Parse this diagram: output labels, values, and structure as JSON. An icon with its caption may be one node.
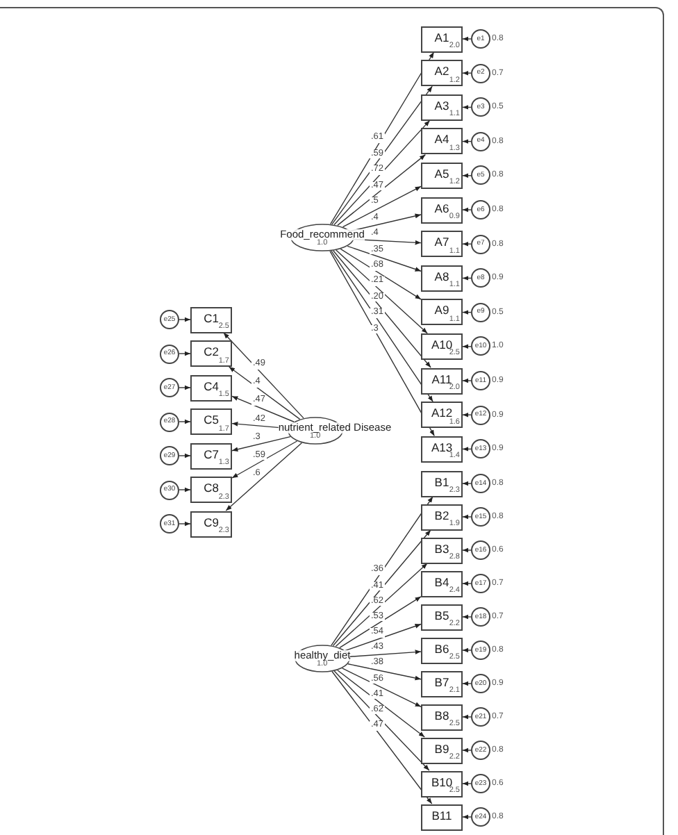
{
  "diagram": {
    "nodes": [
      {
        "text": [
          "Food_recommend",
          "1.0"
        ]
      },
      {
        "text": [
          "A1",
          "2.0"
        ]
      },
      {
        "text": [
          "A2",
          "1.2"
        ]
      },
      {
        "text": [
          "A3",
          "1.1"
        ]
      },
      {
        "text": [
          "A4",
          "1.3"
        ]
      },
      {
        "text": [
          "A5",
          "1.2"
        ]
      },
      {
        "text": [
          "A6",
          "0.9"
        ]
      },
      {
        "text": [
          "A7",
          "1.1"
        ]
      },
      {
        "text": [
          "A8",
          "1.1"
        ]
      },
      {
        "text": [
          "A9",
          "1.1"
        ]
      },
      {
        "text": [
          "A10",
          "2.5"
        ]
      },
      {
        "text": [
          "A11",
          "2.0"
        ]
      },
      {
        "text": [
          "A12",
          "1.6"
        ]
      },
      {
        "text": [
          "A13",
          "1.4"
        ]
      },
      {
        "text": [
          "e1"
        ],
        "beside": [
          "0.8"
        ]
      },
      {
        "text": [
          "e2"
        ],
        "beside": [
          "0.7"
        ]
      },
      {
        "text": [
          "e3"
        ],
        "beside": [
          "0.5"
        ]
      },
      {
        "text": [
          "e4"
        ],
        "beside": [
          "0.8"
        ]
      },
      {
        "text": [
          "e5"
        ],
        "beside": [
          "0.8"
        ]
      },
      {
        "text": [
          "e6"
        ],
        "beside": [
          "0.8"
        ]
      },
      {
        "text": [
          "e7"
        ],
        "beside": [
          "0.8"
        ]
      },
      {
        "text": [
          "e8"
        ],
        "beside": [
          "0.9"
        ]
      },
      {
        "text": [
          "e9"
        ],
        "beside": [
          "0.5"
        ]
      },
      {
        "text": [
          "e10"
        ],
        "beside": [
          "1.0"
        ]
      },
      {
        "text": [
          "e11"
        ],
        "beside": [
          "0.9"
        ]
      },
      {
        "text": [
          "e12"
        ],
        "beside": [
          "0.9"
        ]
      },
      {
        "text": [
          "e13"
        ],
        "beside": [
          "0.9"
        ]
      },
      {
        "text": [
          "nutrient_related Disease",
          "1.0"
        ]
      },
      {
        "text": [
          "C1",
          "2.5"
        ]
      },
      {
        "text": [
          "C2",
          "1.7"
        ]
      },
      {
        "text": [
          "C4",
          "1.5"
        ]
      },
      {
        "text": [
          "C5",
          "1.7"
        ]
      },
      {
        "text": [
          "C7",
          "1.3"
        ]
      },
      {
        "text": [
          "C8",
          "2.3"
        ]
      },
      {
        "text": [
          "C9",
          "2.3"
        ]
      },
      {
        "text": [
          "e25"
        ]
      },
      {
        "text": [
          "e26"
        ]
      },
      {
        "text": [
          "e27"
        ]
      },
      {
        "text": [
          "e28"
        ]
      },
      {
        "text": [
          "e29"
        ]
      },
      {
        "text": [
          "e30"
        ]
      },
      {
        "text": [
          "e31"
        ]
      },
      {
        "text": [
          "healthy_diet",
          "1.0"
        ]
      },
      {
        "text": [
          "B1",
          "2.3"
        ]
      },
      {
        "text": [
          "B2",
          "1.9"
        ]
      },
      {
        "text": [
          "B3",
          "2.8"
        ]
      },
      {
        "text": [
          "B4",
          "2.4"
        ]
      },
      {
        "text": [
          "B5",
          "2.2"
        ]
      },
      {
        "text": [
          "B6",
          "2.5"
        ]
      },
      {
        "text": [
          "B7",
          "2.1"
        ]
      },
      {
        "text": [
          "B8",
          "2.5"
        ]
      },
      {
        "text": [
          "B9",
          "2.2"
        ]
      },
      {
        "text": [
          "B10",
          "2.5"
        ]
      },
      {
        "text": [
          "B11"
        ]
      },
      {
        "text": [
          "e14"
        ],
        "beside": [
          "0.8"
        ]
      },
      {
        "text": [
          "e15"
        ],
        "beside": [
          "0.8"
        ]
      },
      {
        "text": [
          "e16"
        ],
        "beside": [
          "0.6"
        ]
      },
      {
        "text": [
          "e17"
        ],
        "beside": [
          "0.7"
        ]
      },
      {
        "text": [
          "e18"
        ],
        "beside": [
          "0.7"
        ]
      },
      {
        "text": [
          "e19"
        ],
        "beside": [
          "0.8"
        ]
      },
      {
        "text": [
          "e20"
        ],
        "beside": [
          "0.9"
        ]
      },
      {
        "text": [
          "e21"
        ],
        "beside": [
          "0.7"
        ]
      },
      {
        "text": [
          "e22"
        ],
        "beside": [
          "0.8"
        ]
      },
      {
        "text": [
          "e23"
        ],
        "beside": [
          "0.6"
        ]
      },
      {
        "text": [
          "e24"
        ],
        "beside": [
          "0.8"
        ]
      }
    ],
    "edges": [
      {
        "from": 0,
        "to": 1,
        "arrow": "to",
        "label": ".61"
      },
      {
        "from": 0,
        "to": 2,
        "arrow": "to",
        "label": ".59"
      },
      {
        "from": 0,
        "to": 3,
        "arrow": "to",
        "label": ".72"
      },
      {
        "from": 0,
        "to": 4,
        "arrow": "to",
        "label": ".47"
      },
      {
        "from": 0,
        "to": 5,
        "arrow": "to",
        "label": ".5"
      },
      {
        "from": 0,
        "to": 6,
        "arrow": "to",
        "label": ".4"
      },
      {
        "from": 0,
        "to": 7,
        "arrow": "to",
        "label": ".4"
      },
      {
        "from": 0,
        "to": 8,
        "arrow": "to",
        "label": ".35"
      },
      {
        "from": 0,
        "to": 9,
        "arrow": "to",
        "label": ".68"
      },
      {
        "from": 0,
        "to": 10,
        "arrow": "to",
        "label": ".21"
      },
      {
        "from": 0,
        "to": 11,
        "arrow": "to",
        "label": ".20"
      },
      {
        "from": 0,
        "to": 12,
        "arrow": "to",
        "label": ".31"
      },
      {
        "from": 0,
        "to": 13,
        "arrow": "to",
        "label": ".3"
      },
      {
        "from": 14,
        "to": 1,
        "arrow": "to"
      },
      {
        "from": 15,
        "to": 2,
        "arrow": "to"
      },
      {
        "from": 16,
        "to": 3,
        "arrow": "to"
      },
      {
        "from": 17,
        "to": 4,
        "arrow": "to"
      },
      {
        "from": 18,
        "to": 5,
        "arrow": "to"
      },
      {
        "from": 19,
        "to": 6,
        "arrow": "to"
      },
      {
        "from": 20,
        "to": 7,
        "arrow": "to"
      },
      {
        "from": 21,
        "to": 8,
        "arrow": "to"
      },
      {
        "from": 22,
        "to": 9,
        "arrow": "to"
      },
      {
        "from": 23,
        "to": 10,
        "arrow": "to"
      },
      {
        "from": 24,
        "to": 11,
        "arrow": "to"
      },
      {
        "from": 25,
        "to": 12,
        "arrow": "to"
      },
      {
        "from": 26,
        "to": 13,
        "arrow": "to"
      },
      {
        "from": 27,
        "to": 28,
        "arrow": "to",
        "label": ".49"
      },
      {
        "from": 27,
        "to": 29,
        "arrow": "to",
        "label": ".4"
      },
      {
        "from": 27,
        "to": 30,
        "arrow": "to",
        "label": ".47"
      },
      {
        "from": 27,
        "to": 31,
        "arrow": "to",
        "label": ".42"
      },
      {
        "from": 27,
        "to": 32,
        "arrow": "to",
        "label": ".3"
      },
      {
        "from": 27,
        "to": 33,
        "arrow": "to",
        "label": ".59"
      },
      {
        "from": 27,
        "to": 34,
        "arrow": "to",
        "label": ".6"
      },
      {
        "from": 35,
        "to": 28,
        "arrow": "to"
      },
      {
        "from": 36,
        "to": 29,
        "arrow": "to"
      },
      {
        "from": 37,
        "to": 30,
        "arrow": "to"
      },
      {
        "from": 38,
        "to": 31,
        "arrow": "to"
      },
      {
        "from": 39,
        "to": 32,
        "arrow": "to"
      },
      {
        "from": 40,
        "to": 33,
        "arrow": "to"
      },
      {
        "from": 41,
        "to": 34,
        "arrow": "to"
      },
      {
        "from": 42,
        "to": 43,
        "arrow": "to",
        "label": ".36"
      },
      {
        "from": 42,
        "to": 44,
        "arrow": "to",
        "label": ".41"
      },
      {
        "from": 42,
        "to": 45,
        "arrow": "to",
        "label": ".62"
      },
      {
        "from": 42,
        "to": 46,
        "arrow": "to",
        "label": ".53"
      },
      {
        "from": 42,
        "to": 47,
        "arrow": "to",
        "label": ".54"
      },
      {
        "from": 42,
        "to": 48,
        "arrow": "to",
        "label": ".43"
      },
      {
        "from": 42,
        "to": 49,
        "arrow": "to",
        "label": ".38"
      },
      {
        "from": 42,
        "to": 50,
        "arrow": "to",
        "label": ".56"
      },
      {
        "from": 42,
        "to": 51,
        "arrow": "to",
        "label": ".41"
      },
      {
        "from": 42,
        "to": 52,
        "arrow": "to",
        "label": ".62"
      },
      {
        "from": 42,
        "to": 53,
        "arrow": "to",
        "label": ".47"
      },
      {
        "from": 54,
        "to": 43,
        "arrow": "to"
      },
      {
        "from": 55,
        "to": 44,
        "arrow": "to"
      },
      {
        "from": 56,
        "to": 45,
        "arrow": "to"
      },
      {
        "from": 57,
        "to": 46,
        "arrow": "to"
      },
      {
        "from": 58,
        "to": 47,
        "arrow": "to"
      },
      {
        "from": 59,
        "to": 48,
        "arrow": "to"
      },
      {
        "from": 60,
        "to": 49,
        "arrow": "to"
      },
      {
        "from": 61,
        "to": 50,
        "arrow": "to"
      },
      {
        "from": 62,
        "to": 51,
        "arrow": "to"
      },
      {
        "from": 63,
        "to": 52,
        "arrow": "to"
      },
      {
        "from": 64,
        "to": 53,
        "arrow": "to"
      }
    ]
  }
}
